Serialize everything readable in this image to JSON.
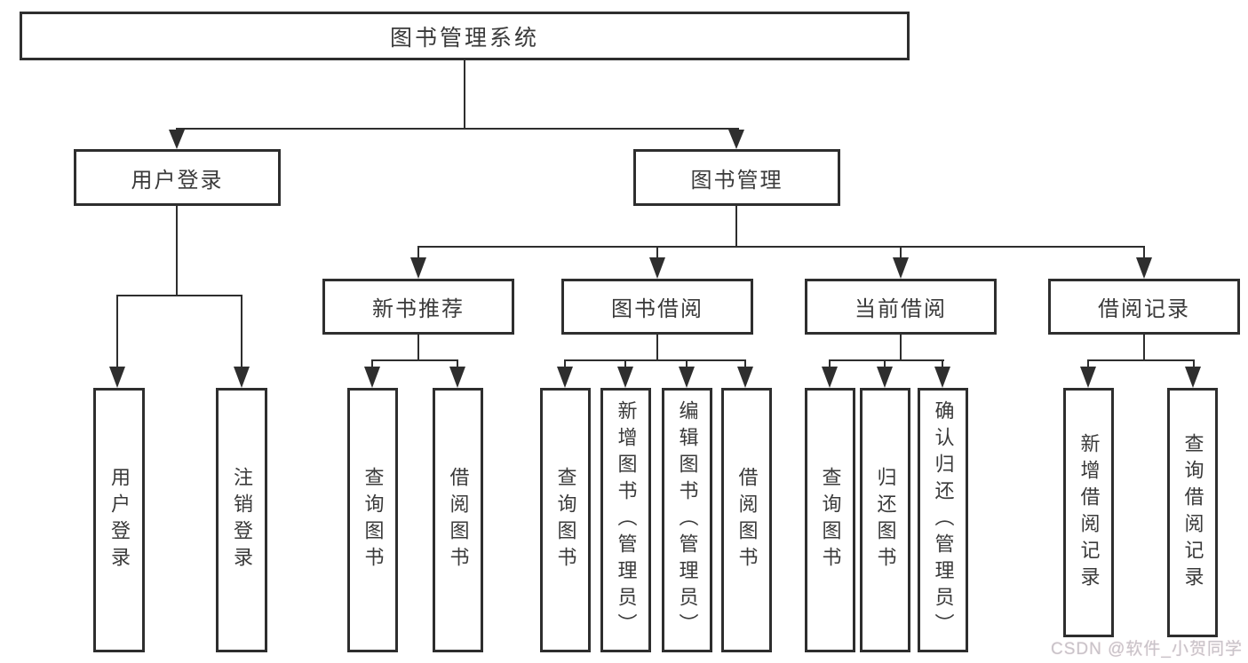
{
  "diagram": {
    "title": "图书管理系统",
    "nodes": {
      "user_login": "用户登录",
      "book_mgmt": "图书管理",
      "new_books": "新书推荐",
      "book_borrow": "图书借阅",
      "current_borrow": "当前借阅",
      "borrow_records": "借阅记录"
    },
    "leaves": {
      "user_login": [
        "用户登录",
        "注销登录"
      ],
      "new_books": [
        "查询图书",
        "借阅图书"
      ],
      "book_borrow": [
        "查询图书",
        "新增图书（管理员）",
        "编辑图书（管理员）",
        "借阅图书"
      ],
      "current_borrow": [
        "查询图书",
        "归还图书",
        "确认归还（管理员）"
      ],
      "borrow_records": [
        "新增借阅记录",
        "查询借阅记录"
      ]
    },
    "colors": {
      "line": "#2e2e2e",
      "text": "#3a3a3a",
      "background": "#ffffff",
      "watermark": "#c7c4ca"
    }
  },
  "watermark": {
    "text": "CSDN @软件_小贺同学"
  }
}
